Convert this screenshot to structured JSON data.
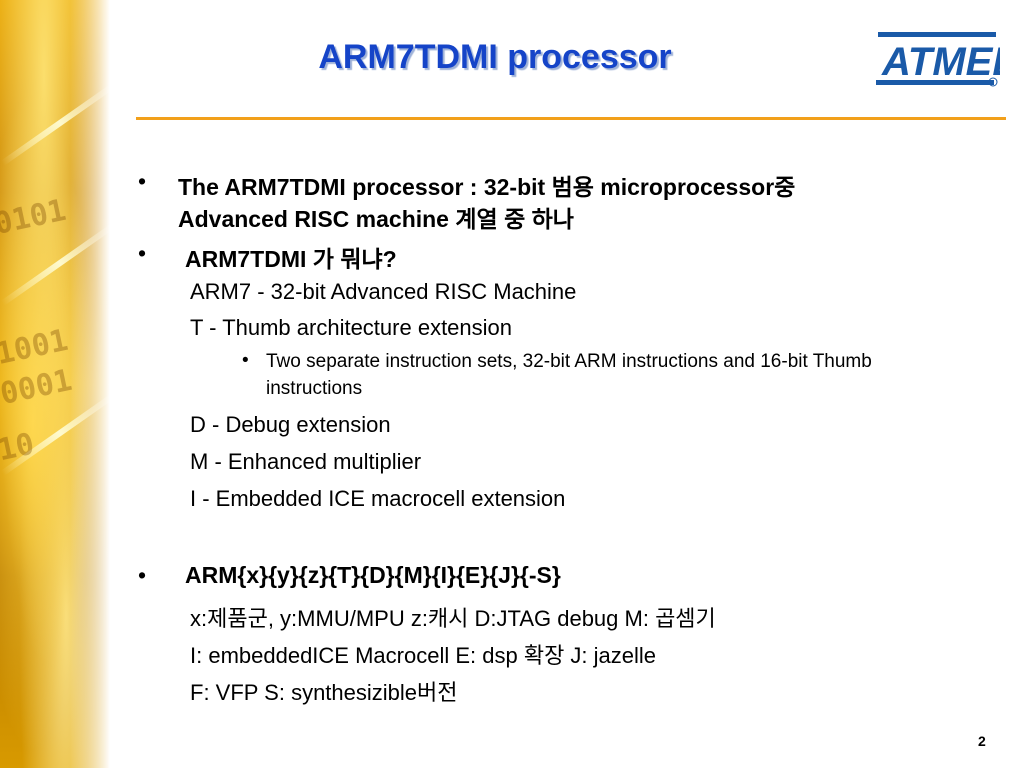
{
  "slide": {
    "title": "ARM7TDMI processor",
    "logo_text": "ATMEL",
    "logo_color": "#1a5aa8",
    "accent_rule_color": "#f2a01a",
    "title_color": "#1544c8",
    "page_number": "2"
  },
  "bullets": {
    "b1_line1": "The ARM7TDMI processor : 32-bit 범용 microprocessor중",
    "b1_line2": "Advanced RISC machine 계열 중 하나",
    "b2": "ARM7TDMI 가 뭐냐?",
    "b2_items": [
      "ARM7 - 32-bit Advanced RISC Machine",
      "T - Thumb architecture extension"
    ],
    "b2_sub_line1": "Two separate instruction sets, 32-bit ARM instructions and 16-bit Thumb",
    "b2_sub_line2": "instructions",
    "b2_items_more": [
      "D - Debug extension",
      "M - Enhanced multiplier",
      "I - Embedded ICE macrocell extension"
    ],
    "b3": "ARM{x}{y}{z}{T}{D}{M}{I}{E}{J}{-S}",
    "b3_items": [
      "x:제품군, y:MMU/MPU z:캐시 D:JTAG debug M: 곱셈기",
      "I: embeddedICE Macrocell E: dsp 확장 J: jazelle",
      "F: VFP S: synthesizible버전"
    ],
    "bullet_glyph": "•"
  }
}
